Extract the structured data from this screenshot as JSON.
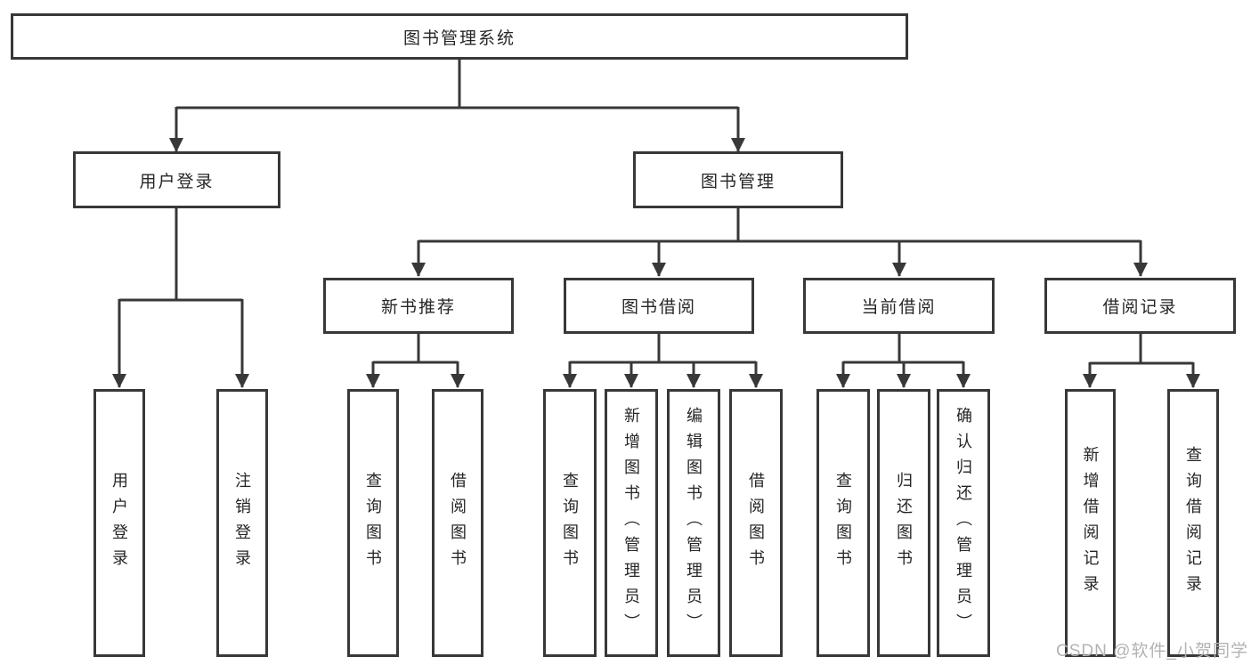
{
  "diagram": {
    "root": {
      "label": "图书管理系统"
    },
    "level2": [
      {
        "label": "用户登录"
      },
      {
        "label": "图书管理"
      }
    ],
    "level3": [
      {
        "label": "新书推荐"
      },
      {
        "label": "图书借阅"
      },
      {
        "label": "当前借阅"
      },
      {
        "label": "借阅记录"
      }
    ],
    "leaves": [
      {
        "label": "用户登录"
      },
      {
        "label": "注销登录"
      },
      {
        "label": "查询图书"
      },
      {
        "label": "借阅图书"
      },
      {
        "label": "查询图书"
      },
      {
        "label": "新增图书（管理员）"
      },
      {
        "label": "编辑图书（管理员）"
      },
      {
        "label": "借阅图书"
      },
      {
        "label": "查询图书"
      },
      {
        "label": "归还图书"
      },
      {
        "label": "确认归还（管理员）"
      },
      {
        "label": "新增借阅记录"
      },
      {
        "label": "查询借阅记录"
      }
    ]
  },
  "watermark": {
    "text": "CSDN @软件_小贺同学"
  },
  "colors": {
    "line": "#383838",
    "box_border": "#383838",
    "text": "#262626",
    "watermark": "#b3b3b3",
    "background": "#ffffff"
  }
}
